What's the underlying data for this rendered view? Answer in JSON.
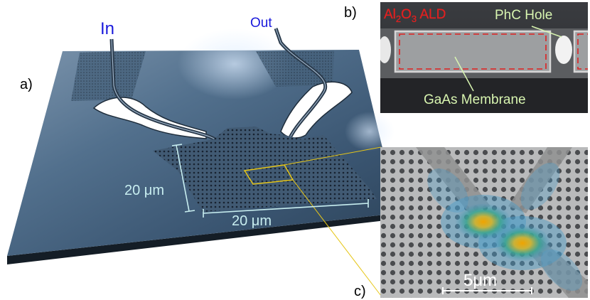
{
  "panels": {
    "a": {
      "tag": "a)",
      "in_label": "In",
      "out_label": "Out",
      "dim_vertical": "20 μm",
      "dim_horizontal": "20 μm"
    },
    "b": {
      "tag": "b)",
      "ald_label": "Al2O3 ALD",
      "hole_label": "PhC Hole",
      "membrane_label": "GaAs Membrane"
    },
    "c": {
      "tag": "c)",
      "scale_label": "5μm"
    }
  },
  "colors": {
    "slab_top": "#4e6a86",
    "slab_edge": "#1b2835",
    "waveguide_label": "#1a1adc",
    "dimension": "#c8eef0",
    "ald_red": "#e02020",
    "sem_label": "#d8f5b0",
    "zoom_box": "#e6c619"
  }
}
